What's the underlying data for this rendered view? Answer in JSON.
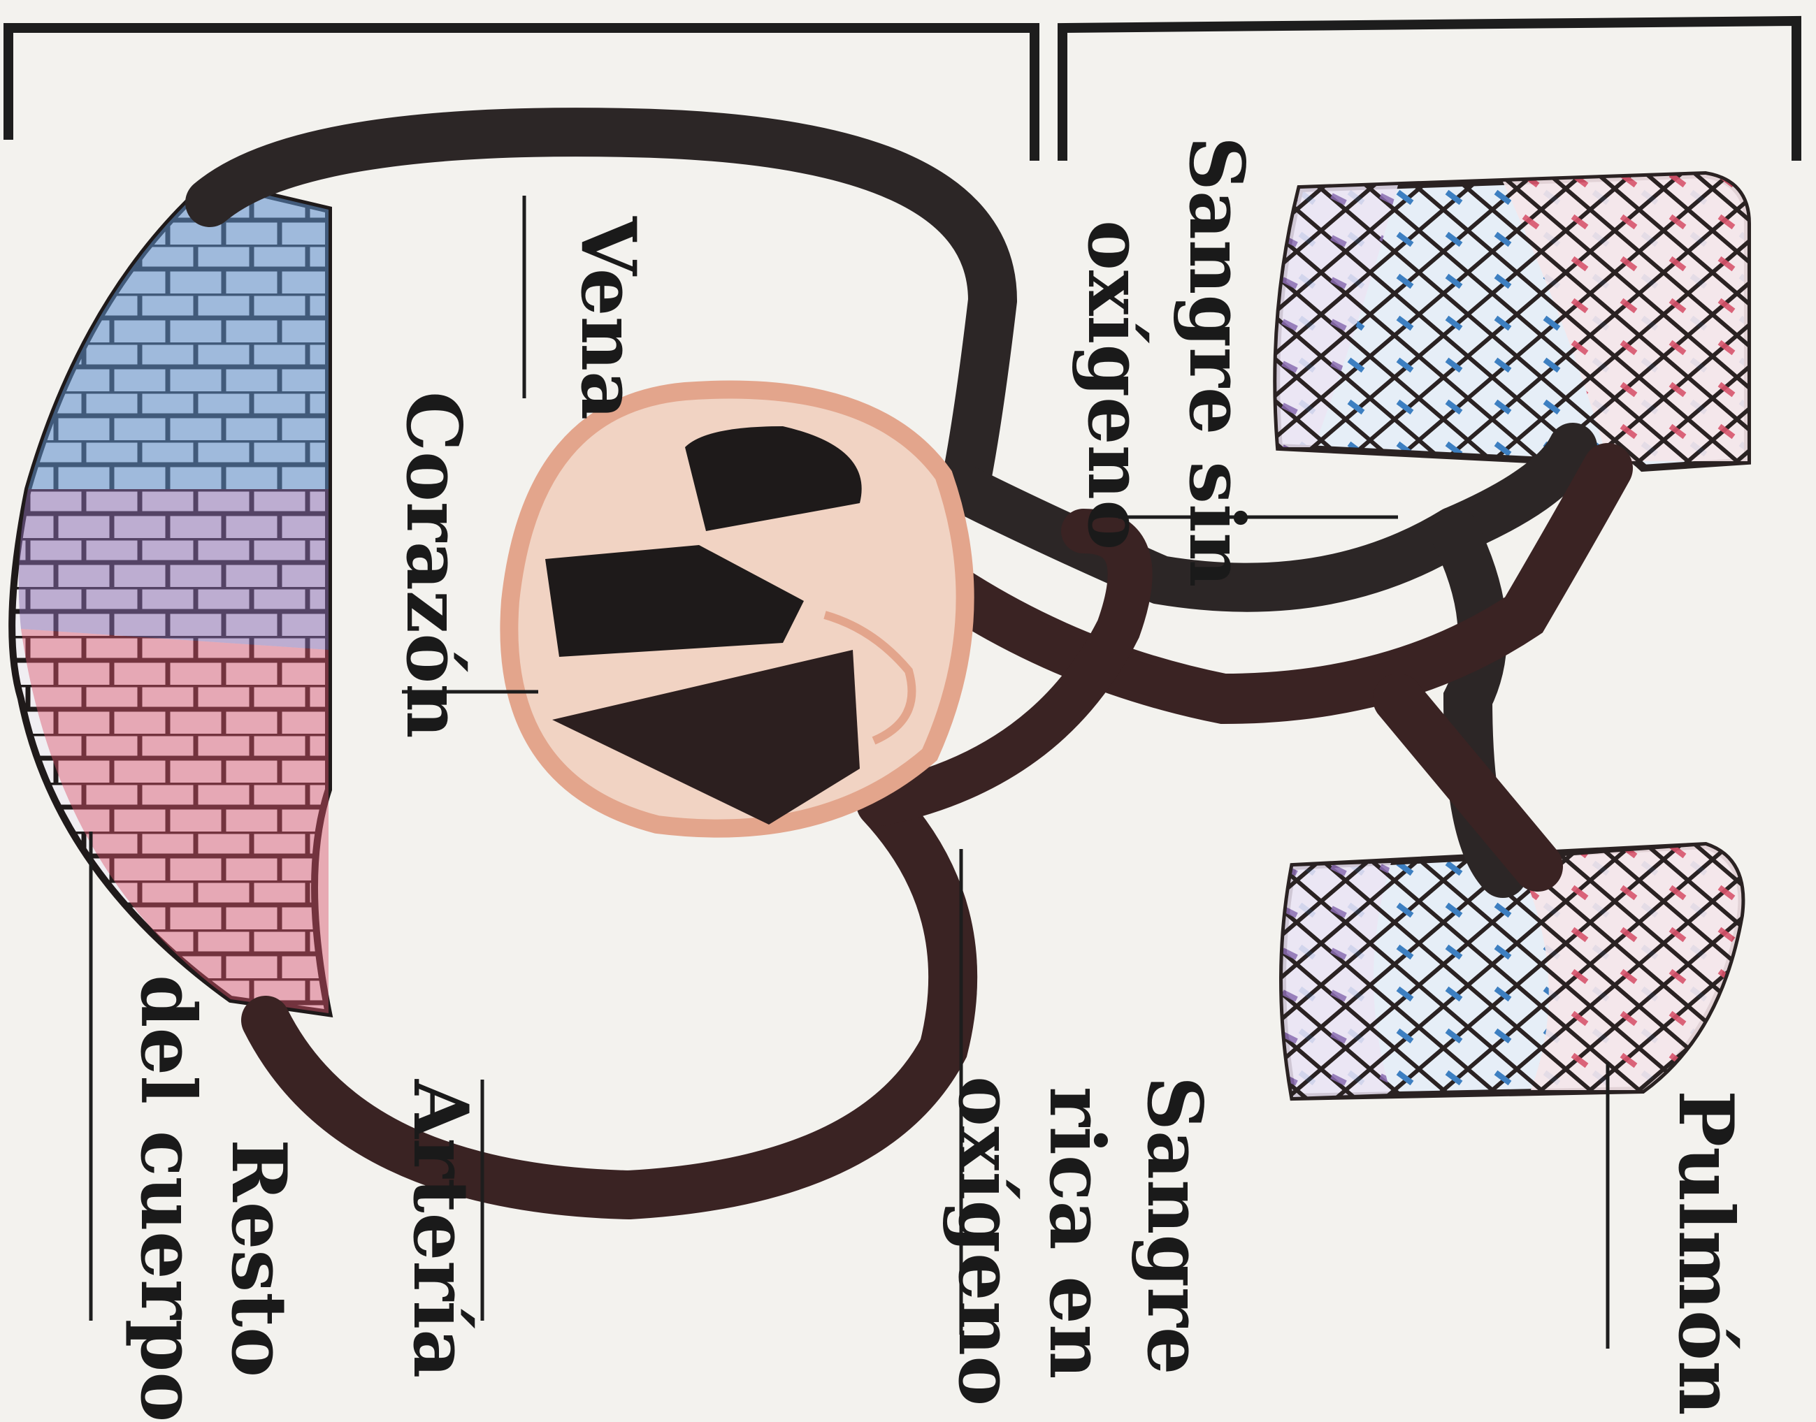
{
  "diagram": {
    "labels": {
      "pulmon": "Pulmón",
      "sangre_rica_1": "Sangre",
      "sangre_rica_2": "rica en",
      "sangre_rica_3": "oxígeno",
      "sangre_sin_1": "Sangre sin",
      "sangre_sin_2": "oxígeno",
      "vena": "Vena",
      "corazon": "Corazón",
      "arteria": "Artería",
      "resto_1": "Resto",
      "resto_2": "del cuerpo"
    },
    "colors": {
      "vessel": "#2c1a1a",
      "oxygenated": "#d9536b",
      "deoxygenated": "#3d7fc1",
      "capillary_mix": "#8a6bb0",
      "heart_outline": "#e3a58c",
      "paper": "#f3f2ee"
    }
  }
}
